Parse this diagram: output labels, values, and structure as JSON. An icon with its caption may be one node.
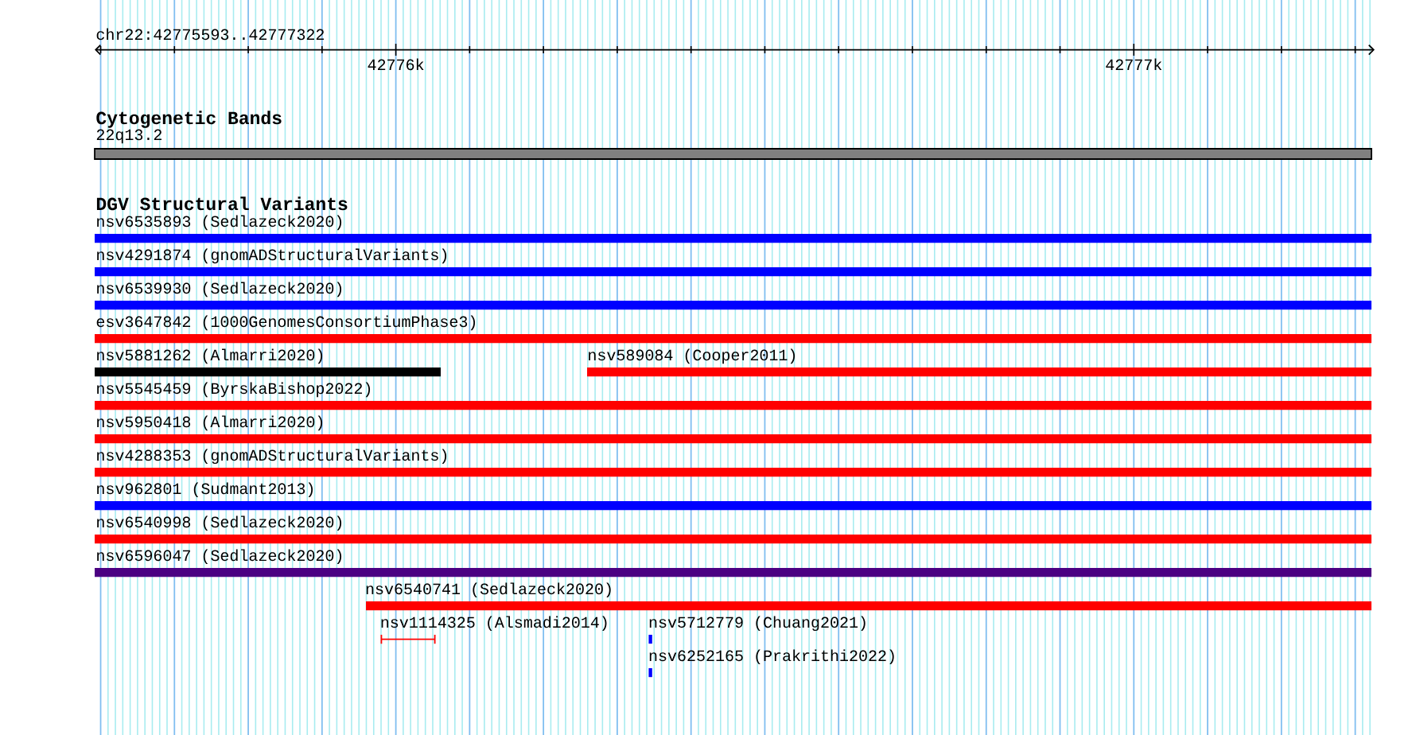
{
  "diagram": {
    "nodes": [
      {
        "text": [
          "22q13.2"
        ]
      },
      {
        "text": [
          "nsv6535893 (Sedlazeck2020)"
        ]
      },
      {
        "text": [
          "nsv4291874 (gnomADStructuralVariants)"
        ]
      },
      {
        "text": [
          "nsv6539930 (Sedlazeck2020)"
        ]
      },
      {
        "text": [
          "esv3647842 (1000GenomesConsortiumPhase3)"
        ]
      },
      {
        "text": [
          "nsv5881262 (Almarri2020)"
        ]
      },
      {
        "text": [
          "nsv589084 (Cooper2011)"
        ]
      },
      {
        "text": [
          "nsv5545459 (ByrskaBishop2022)"
        ]
      },
      {
        "text": [
          "nsv5950418 (Almarri2020)"
        ]
      },
      {
        "text": [
          "nsv4288353 (gnomADStructuralVariants)"
        ]
      },
      {
        "text": [
          "nsv962801 (Sudmant2013)"
        ]
      },
      {
        "text": [
          "nsv6540998 (Sedlazeck2020)"
        ]
      },
      {
        "text": [
          "nsv6596047 (Sedlazeck2020)"
        ]
      },
      {
        "text": [
          "nsv6540741 (Sedlazeck2020)"
        ]
      },
      {
        "text": [
          "nsv1114325 (Alsmadi2014)"
        ]
      },
      {
        "text": [
          "nsv5712779 (Chuang2021)"
        ]
      },
      {
        "text": [
          "nsv6252165 (Prakrithi2022)"
        ]
      }
    ],
    "labels": [
      "chr22:42775593..42777322",
      "42776k",
      "42777k",
      "Cytogenetic Bands",
      "DGV Structural Variants"
    ]
  }
}
